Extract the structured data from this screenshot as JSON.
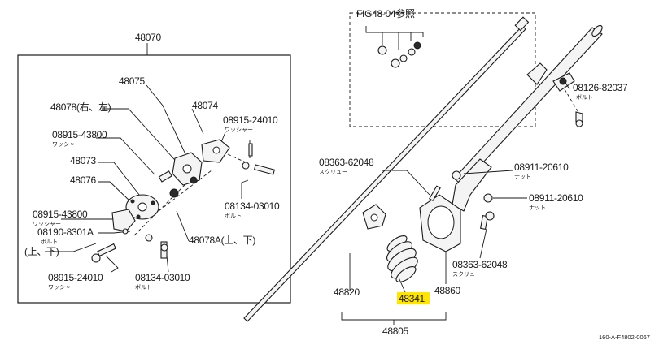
{
  "fig_ref": "FIG48-04参照",
  "drawing_code": "160-A-F4802-0067",
  "highlight_color": "#ffe500",
  "left_panel": {
    "assembly": "48070",
    "parts": {
      "p48075": "48075",
      "p48078": "48078(右、左)",
      "p48074": "48074",
      "p0891524010": "08915-24010",
      "washer1": "ワッシャー",
      "p0891543800a": "08915-43800",
      "washer2": "ワッシャー",
      "p48073": "48073",
      "p48076": "48076",
      "p0891543800b": "08915-43800",
      "washer3": "ワッシャー",
      "p081908301a": "08190-8301A",
      "bolt1": "ボルト",
      "updown1": "(上、下)",
      "p0891524010b": "08915-24010",
      "washer4": "ワッシャー",
      "p0813403010a": "08134-03010",
      "bolt2": "ボルト",
      "p0813403010b": "08134-03010",
      "bolt3": "ボルト",
      "p48078a": "48078A(上、下)"
    }
  },
  "right_panel": {
    "p0812682037": "08126-82037",
    "bolt4": "ボルト",
    "p0836362048a": "08363-62048",
    "screw1": "スクリュー",
    "p0891120610a": "08911-20610",
    "nut1": "ナット",
    "p0891120610b": "08911-20610",
    "nut2": "ナット",
    "p0836362048b": "08363-62048",
    "screw2": "スクリュー",
    "p48820": "48820",
    "p48860": "48860",
    "p48341": "48341",
    "p48805": "48805"
  }
}
